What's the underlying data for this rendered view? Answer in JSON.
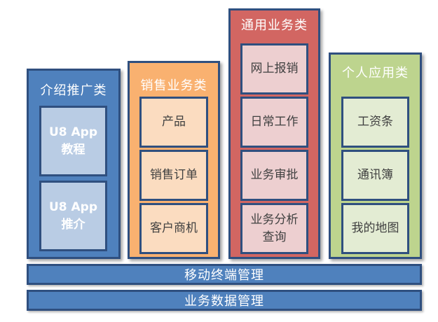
{
  "columns": {
    "intro": {
      "title": "介绍推广类",
      "items": [
        "U8 App 教程",
        "U8 App 推介"
      ]
    },
    "sales": {
      "title": "销售业务类",
      "items": [
        "产品",
        "销售订单",
        "客户商机"
      ]
    },
    "common": {
      "title": "通用业务类",
      "items": [
        "网上报销",
        "日常工作",
        "业务审批",
        "业务分析查询"
      ]
    },
    "personal": {
      "title": "个人应用类",
      "items": [
        "工资条",
        "通讯簿",
        "我的地图"
      ]
    }
  },
  "bars": {
    "terminal": "移动终端管理",
    "data": "业务数据管理"
  },
  "colors": {
    "border": "#2f4f7f",
    "intro": "#4f81bd",
    "intro_item": "#b9cce4",
    "sales": "#f9b170",
    "sales_item": "#fbdcc0",
    "common": "#d26662",
    "common_item": "#edcfd0",
    "personal": "#bdd48e",
    "personal_item": "#e3ecd3"
  }
}
